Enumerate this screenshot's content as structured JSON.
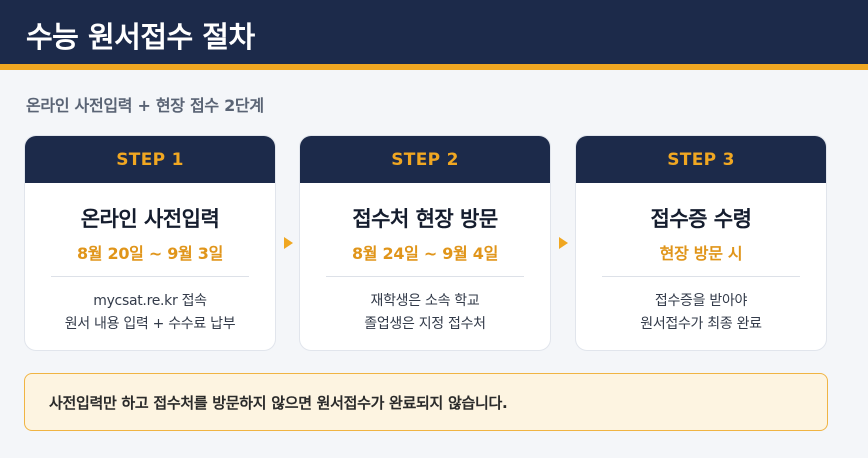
{
  "header": {
    "title": "수능 원서접수 절차"
  },
  "subtitle": "온라인 사전입력 + 현장 접수 2단계",
  "steps": [
    {
      "label": "STEP 1",
      "title": "온라인 사전입력",
      "date": "8월 20일 ~ 9월 3일",
      "desc_line1": "mycsat.re.kr 접속",
      "desc_line2": "원서 내용 입력 + 수수료 납부"
    },
    {
      "label": "STEP 2",
      "title": "접수처 현장 방문",
      "date": "8월 24일 ~ 9월 4일",
      "desc_line1": "재학생은 소속 학교",
      "desc_line2": "졸업생은 지정 접수처"
    },
    {
      "label": "STEP 3",
      "title": "접수증 수령",
      "date": "현장 방문 시",
      "desc_line1": "접수증을 받아야",
      "desc_line2": "원서접수가 최종 완료"
    }
  ],
  "notice": "사전입력만 하고 접수처를 방문하지 않으면 원서접수가 완료되지 않습니다.",
  "colors": {
    "navy": "#1c2a4a",
    "accent": "#f0a722",
    "notice_bg": "#fdf4e1"
  }
}
